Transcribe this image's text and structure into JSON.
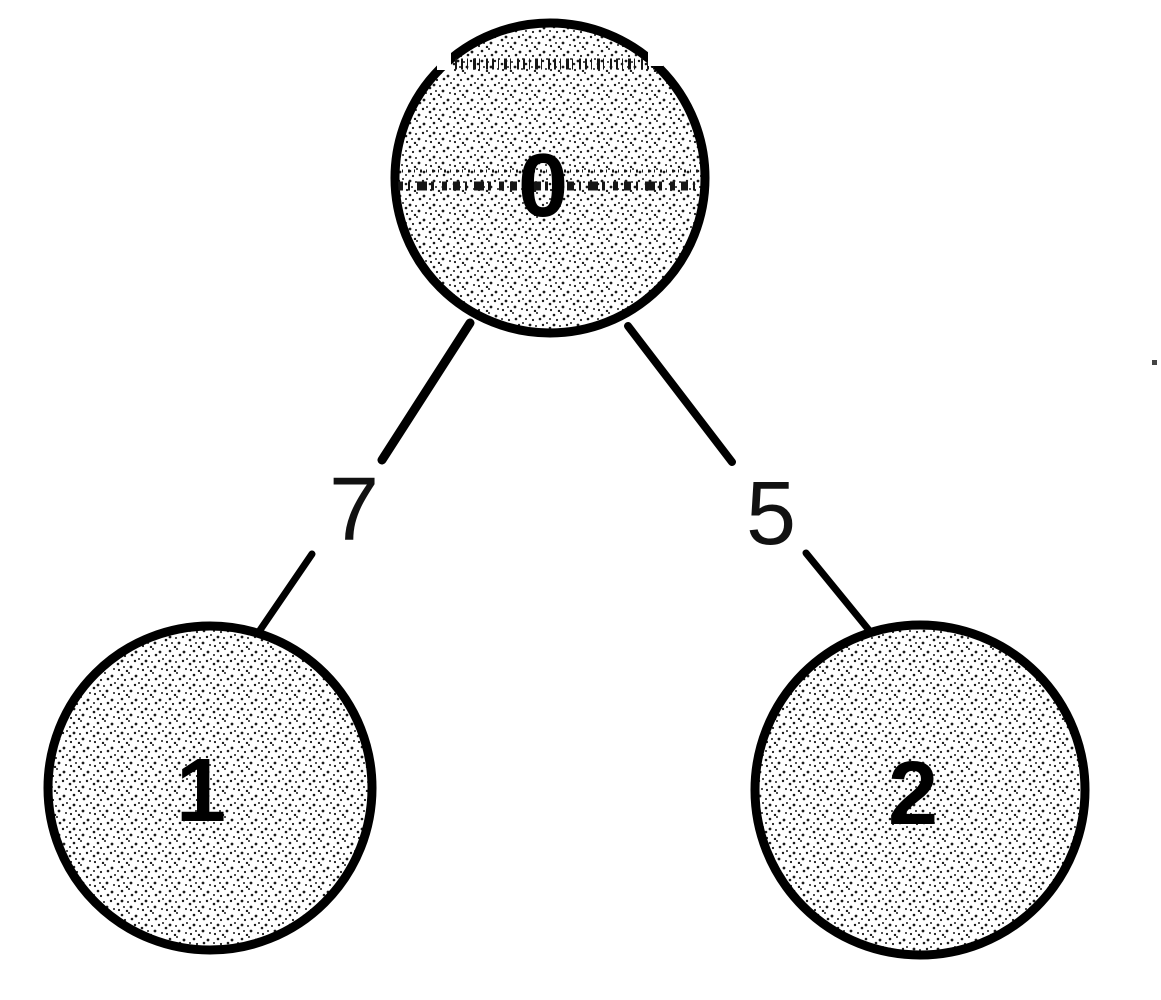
{
  "diagram": {
    "type": "weighted-tree",
    "description": "Scanned diagram of a rooted weighted tree: root node 0 connects to child node 1 with edge weight 7 and to child node 2 with edge weight 5.",
    "nodes": [
      {
        "id": "0",
        "label": "0",
        "role": "root"
      },
      {
        "id": "1",
        "label": "1",
        "role": "child"
      },
      {
        "id": "2",
        "label": "2",
        "role": "child"
      }
    ],
    "edges": [
      {
        "from": "0",
        "to": "1",
        "weight": "7"
      },
      {
        "from": "0",
        "to": "2",
        "weight": "5"
      }
    ],
    "colors": {
      "ink": "#000000",
      "paper": "#ffffff",
      "node_fill_texture": "stippled-halftone-gray"
    }
  }
}
